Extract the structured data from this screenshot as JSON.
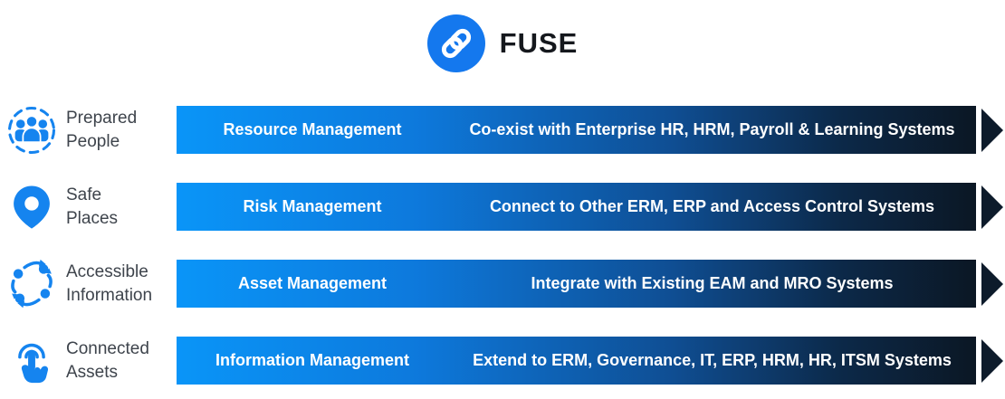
{
  "logo": {
    "title": "FUSE",
    "icon": "chain-link-icon"
  },
  "colors": {
    "accent_blue": "#1584EF",
    "logo_blue": "#1478EE",
    "label_gray": "#3E444C",
    "dark_text": "#15181D",
    "arrow_dark": "#0D1B2B",
    "bar_gradient": [
      "#0A95F8",
      "#0D79DC",
      "#0F4E93",
      "#0C2949",
      "#0B1724"
    ]
  },
  "rows": [
    {
      "icon": "people-group-icon",
      "label_line1": "Prepared",
      "label_line2": "People",
      "bar_left": "Resource Management",
      "bar_right": "Co-exist with Enterprise HR, HRM, Payroll & Learning Systems"
    },
    {
      "icon": "location-pin-icon",
      "label_line1": "Safe",
      "label_line2": "Places",
      "bar_left": "Risk Management",
      "bar_right": "Connect to Other ERM, ERP and Access Control Systems"
    },
    {
      "icon": "network-flow-icon",
      "label_line1": "Accessible",
      "label_line2": "Information",
      "bar_left": "Asset Management",
      "bar_right": "Integrate with Existing EAM and MRO Systems"
    },
    {
      "icon": "tap-hand-icon",
      "label_line1": "Connected",
      "label_line2": "Assets",
      "bar_left": "Information Management",
      "bar_right": "Extend to ERM, Governance, IT, ERP, HRM, HR, ITSM Systems"
    }
  ]
}
